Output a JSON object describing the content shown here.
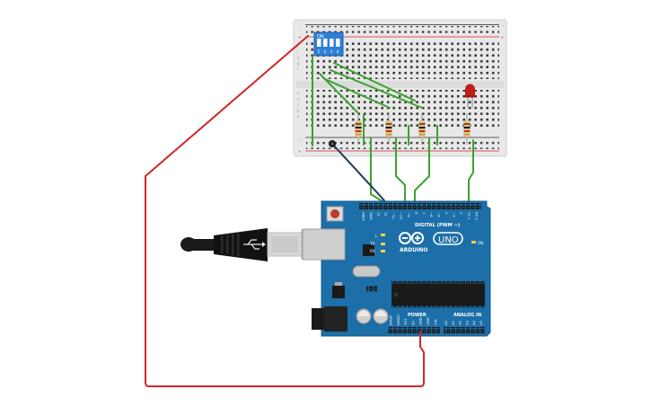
{
  "breadboard": {
    "rail_plus": "+",
    "rail_minus": "−",
    "row_letters_top": [
      "j",
      "i",
      "h",
      "g",
      "f"
    ],
    "row_letters_bottom": [
      "e",
      "d",
      "c",
      "b",
      "a"
    ]
  },
  "dip_switch": {
    "on_label": "ON",
    "positions": [
      "1",
      "2",
      "3",
      "4"
    ]
  },
  "arduino": {
    "brand": "ARDUINO",
    "model": "UNO",
    "digital_header": "DIGITAL (PWM ~)",
    "analog_header": "ANALOG IN",
    "power_header": "POWER",
    "on_led": "ON",
    "l_led": "L",
    "tx": "TX",
    "rx": "RX",
    "digital_pins": [
      "AREF",
      "GND",
      "13",
      "12",
      "~11",
      "~10",
      "~9",
      "8",
      "7",
      "~6",
      "~5",
      "4",
      "~3",
      "2",
      "TX 1",
      "RX 0"
    ],
    "power_pins": [
      "IOREF",
      "RESET",
      "3V3",
      "5V",
      "GND",
      "GND",
      "VIN"
    ],
    "analog_pins": [
      "A0",
      "A1",
      "A2",
      "A3",
      "A4",
      "A5"
    ]
  },
  "colors": {
    "wire_red": "#d0262b",
    "wire_green": "#3aa32f",
    "wire_navy": "#1f3a5f",
    "board_blue": "#1c6fa8",
    "breadboard": "#e9e9e9",
    "led_red": "#c0201a"
  }
}
